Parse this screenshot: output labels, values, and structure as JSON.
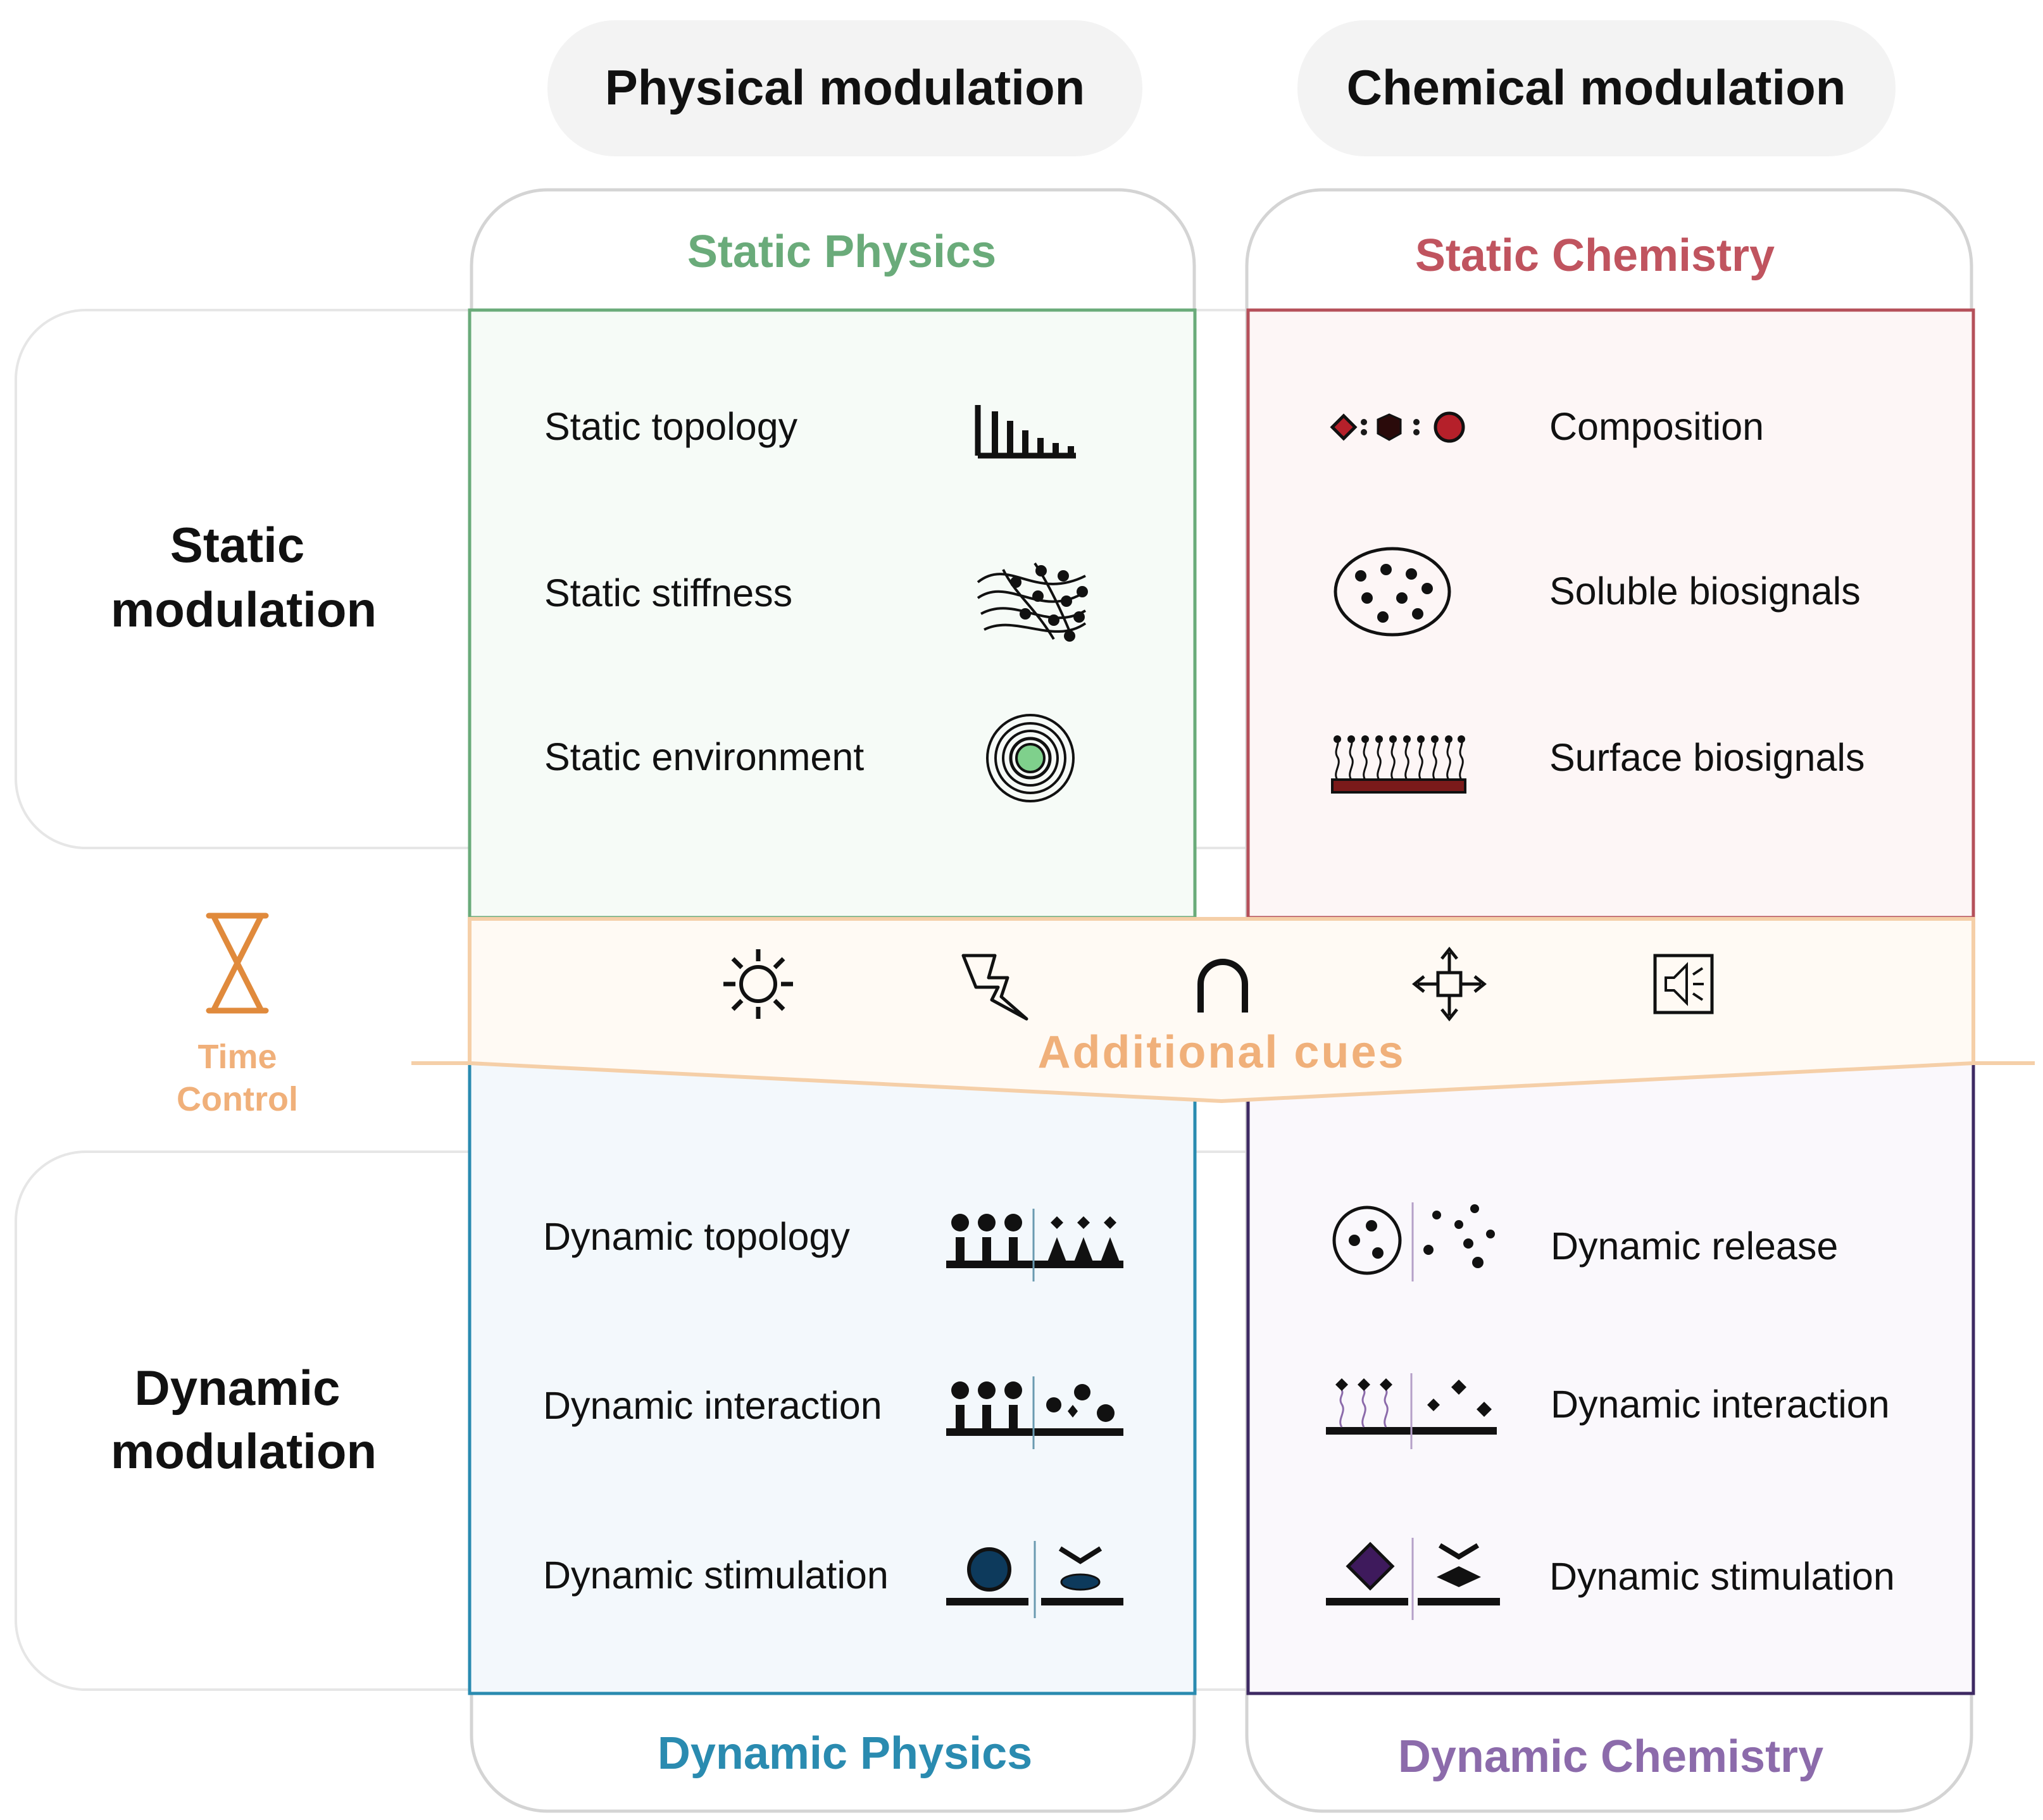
{
  "headers": {
    "physical": "Physical modulation",
    "chemical": "Chemical modulation"
  },
  "panels": {
    "static_physics": {
      "title": "Static Physics",
      "color": "#6aab7a",
      "items": [
        {
          "label": "Static topology",
          "icon": "topology-bars-icon"
        },
        {
          "label": "Static stiffness",
          "icon": "fiber-network-icon"
        },
        {
          "label": "Static environment",
          "icon": "concentric-circles-icon"
        }
      ]
    },
    "static_chemistry": {
      "title": "Static Chemistry",
      "color": "#c0545f",
      "items": [
        {
          "label": "Composition",
          "icon": "molecule-shapes-icon"
        },
        {
          "label": "Soluble biosignals",
          "icon": "dotted-ellipse-icon"
        },
        {
          "label": "Surface biosignals",
          "icon": "surface-chains-icon"
        }
      ]
    },
    "dynamic_physics": {
      "title": "Dynamic Physics",
      "color": "#2a8bb0",
      "items": [
        {
          "label": "Dynamic topology",
          "icon": "dynamic-topology-icon"
        },
        {
          "label": "Dynamic interaction",
          "icon": "dynamic-interaction-physics-icon"
        },
        {
          "label": "Dynamic stimulation",
          "icon": "dynamic-stimulation-physics-icon"
        }
      ]
    },
    "dynamic_chemistry": {
      "title": "Dynamic Chemistry",
      "color": "#8c6bab",
      "items": [
        {
          "label": "Dynamic release",
          "icon": "dynamic-release-icon"
        },
        {
          "label": "Dynamic interaction",
          "icon": "dynamic-interaction-chemistry-icon"
        },
        {
          "label": "Dynamic stimulation",
          "icon": "dynamic-stimulation-chemistry-icon"
        }
      ]
    }
  },
  "rows": {
    "static": [
      "Static",
      "modulation"
    ],
    "dynamic": [
      "Dynamic",
      "modulation"
    ]
  },
  "time_control": {
    "lines": [
      "Time",
      "Control"
    ],
    "icon": "hourglass-icon",
    "color": "#e08a3c"
  },
  "additional_cues": {
    "label": "Additional cues",
    "color": "#f0b07a",
    "icons": [
      "light-icon",
      "electric-icon",
      "magnet-icon",
      "mechanical-icon",
      "sound-icon"
    ]
  }
}
